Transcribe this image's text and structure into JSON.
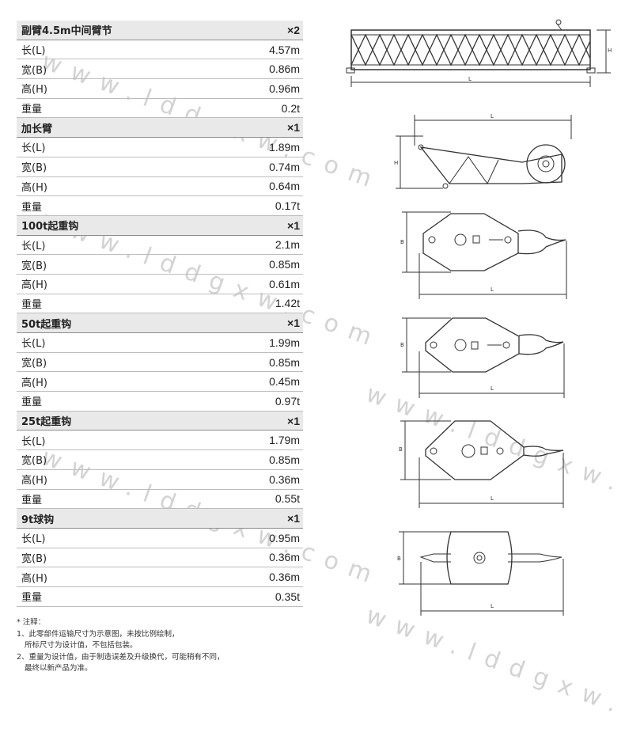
{
  "sections": [
    {
      "title": "副臂4.5m中间臂节",
      "qty": "×2",
      "rows": [
        {
          "label": "长(L)",
          "value": "4.57m"
        },
        {
          "label": "宽(B)",
          "value": "0.86m"
        },
        {
          "label": "高(H)",
          "value": "0.96m"
        },
        {
          "label": "重量",
          "value": "0.2t"
        }
      ]
    },
    {
      "title": "加长臂",
      "qty": "×1",
      "rows": [
        {
          "label": "长(L)",
          "value": "1.89m"
        },
        {
          "label": "宽(B)",
          "value": "0.74m"
        },
        {
          "label": "高(H)",
          "value": "0.64m"
        },
        {
          "label": "重量",
          "value": "0.17t"
        }
      ]
    },
    {
      "title": "100t起重钩",
      "qty": "×1",
      "rows": [
        {
          "label": "长(L)",
          "value": "2.1m"
        },
        {
          "label": "宽(B)",
          "value": "0.85m"
        },
        {
          "label": "高(H)",
          "value": "0.61m"
        },
        {
          "label": "重量",
          "value": "1.42t"
        }
      ]
    },
    {
      "title": "50t起重钩",
      "qty": "×1",
      "rows": [
        {
          "label": "长(L)",
          "value": "1.99m"
        },
        {
          "label": "宽(B)",
          "value": "0.85m"
        },
        {
          "label": "高(H)",
          "value": "0.45m"
        },
        {
          "label": "重量",
          "value": "0.97t"
        }
      ]
    },
    {
      "title": "25t起重钩",
      "qty": "×1",
      "rows": [
        {
          "label": "长(L)",
          "value": "1.79m"
        },
        {
          "label": "宽(B)",
          "value": "0.85m"
        },
        {
          "label": "高(H)",
          "value": "0.36m"
        },
        {
          "label": "重量",
          "value": "0.55t"
        }
      ]
    },
    {
      "title": "9t球钩",
      "qty": "×1",
      "rows": [
        {
          "label": "长(L)",
          "value": "0.95m"
        },
        {
          "label": "宽(B)",
          "value": "0.36m"
        },
        {
          "label": "高(H)",
          "value": "0.36m"
        },
        {
          "label": "重量",
          "value": "0.35t"
        }
      ]
    }
  ],
  "notes": {
    "heading": "* 注释：",
    "line1": "1、此零部件运输尺寸为示意图，未按比例绘制，",
    "line1b": "所标尺寸为设计值，不包括包装。",
    "line2": "2、重量为设计值，由于制造误差及升级换代，可能稍有不同，",
    "line2b": "最终以新产品为准。"
  },
  "dim_labels": {
    "L": "L",
    "H": "H",
    "B": "B"
  },
  "watermark": "www.lddgxw.com"
}
